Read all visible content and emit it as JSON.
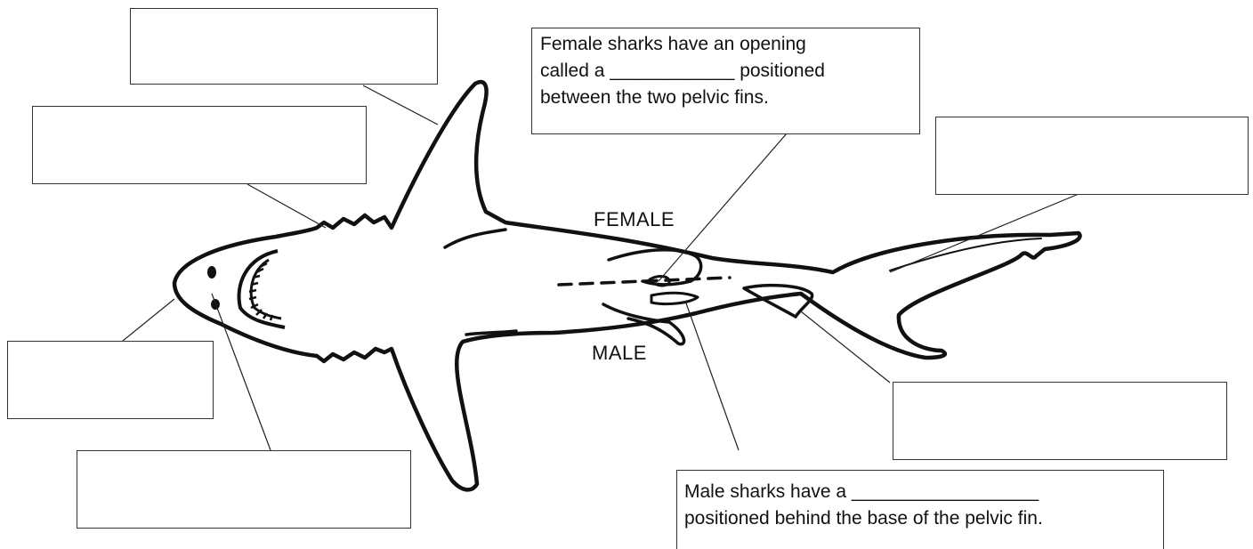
{
  "questions": {
    "female": {
      "line1": "Female sharks have an opening",
      "line2": "called a ____________ positioned",
      "line3": "between the two pelvic fins."
    },
    "male": {
      "line1": "Male sharks have a __________________",
      "line2": "positioned behind the base of the pelvic fin."
    }
  },
  "labels": {
    "female": "FEMALE",
    "male": "MALE"
  },
  "colors": {
    "ink": "#111111",
    "box_border": "#333333",
    "background": "#ffffff"
  }
}
